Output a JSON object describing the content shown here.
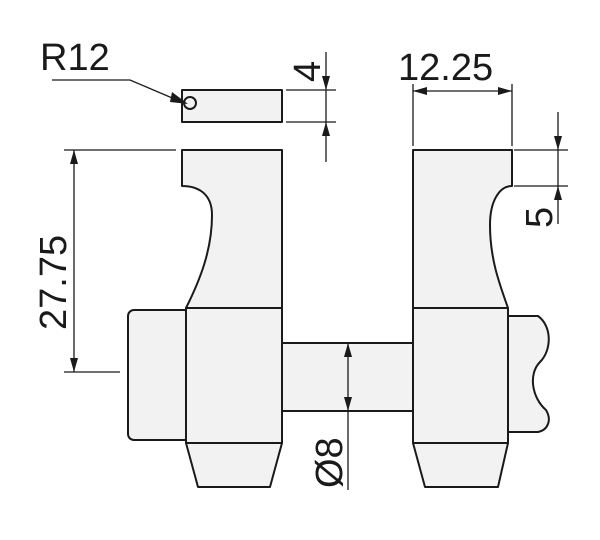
{
  "drawing": {
    "colors": {
      "line": "#1a1a1a",
      "part_fill": "#f2f2f2",
      "background": "#ffffff"
    },
    "dimensions": {
      "radius": "R12",
      "tip_thickness": "4",
      "tip_width": "12.25",
      "step": "5",
      "height": "27.75",
      "shaft_diameter": "Ø8"
    }
  }
}
